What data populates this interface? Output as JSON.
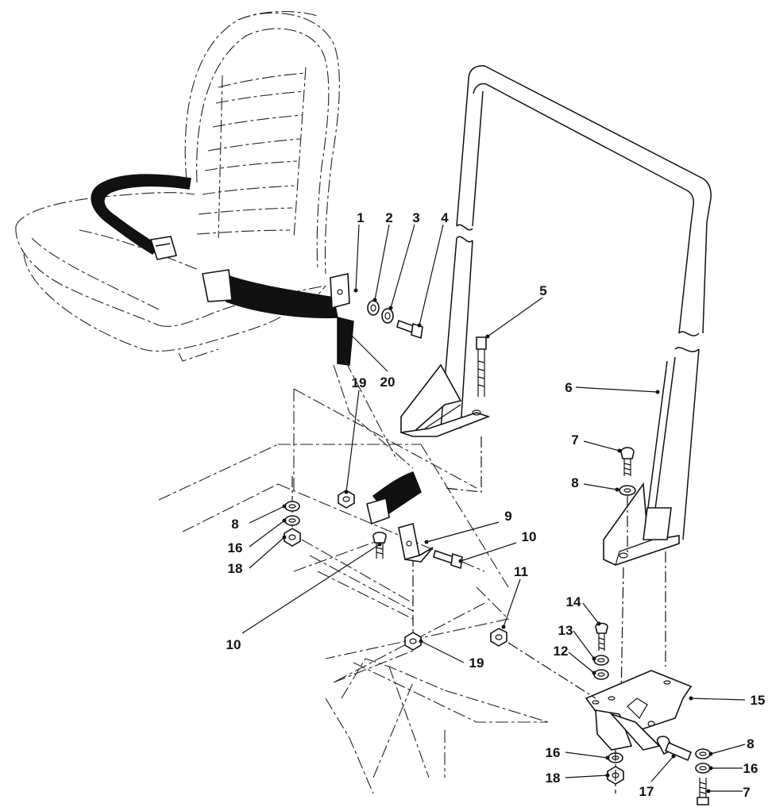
{
  "diagram": {
    "callouts": [
      {
        "id": "c1",
        "text": "1"
      },
      {
        "id": "c2",
        "text": "2"
      },
      {
        "id": "c3",
        "text": "3"
      },
      {
        "id": "c4",
        "text": "4"
      },
      {
        "id": "c5",
        "text": "5"
      },
      {
        "id": "c6",
        "text": "6"
      },
      {
        "id": "c7a",
        "text": "7"
      },
      {
        "id": "c8a",
        "text": "8"
      },
      {
        "id": "c9",
        "text": "9"
      },
      {
        "id": "c10a",
        "text": "10"
      },
      {
        "id": "c11",
        "text": "11"
      },
      {
        "id": "c14",
        "text": "14"
      },
      {
        "id": "c13",
        "text": "13"
      },
      {
        "id": "c12",
        "text": "12"
      },
      {
        "id": "c15",
        "text": "15"
      },
      {
        "id": "c8b",
        "text": "8"
      },
      {
        "id": "c16a",
        "text": "16"
      },
      {
        "id": "c18a",
        "text": "18"
      },
      {
        "id": "c10b",
        "text": "10"
      },
      {
        "id": "c19a",
        "text": "19"
      },
      {
        "id": "c20",
        "text": "20"
      },
      {
        "id": "c19b",
        "text": "19"
      },
      {
        "id": "c16b",
        "text": "16"
      },
      {
        "id": "c18b",
        "text": "18"
      },
      {
        "id": "c17",
        "text": "17"
      },
      {
        "id": "c8c",
        "text": "8"
      },
      {
        "id": "c16c",
        "text": "16"
      },
      {
        "id": "c7b",
        "text": "7"
      }
    ]
  }
}
